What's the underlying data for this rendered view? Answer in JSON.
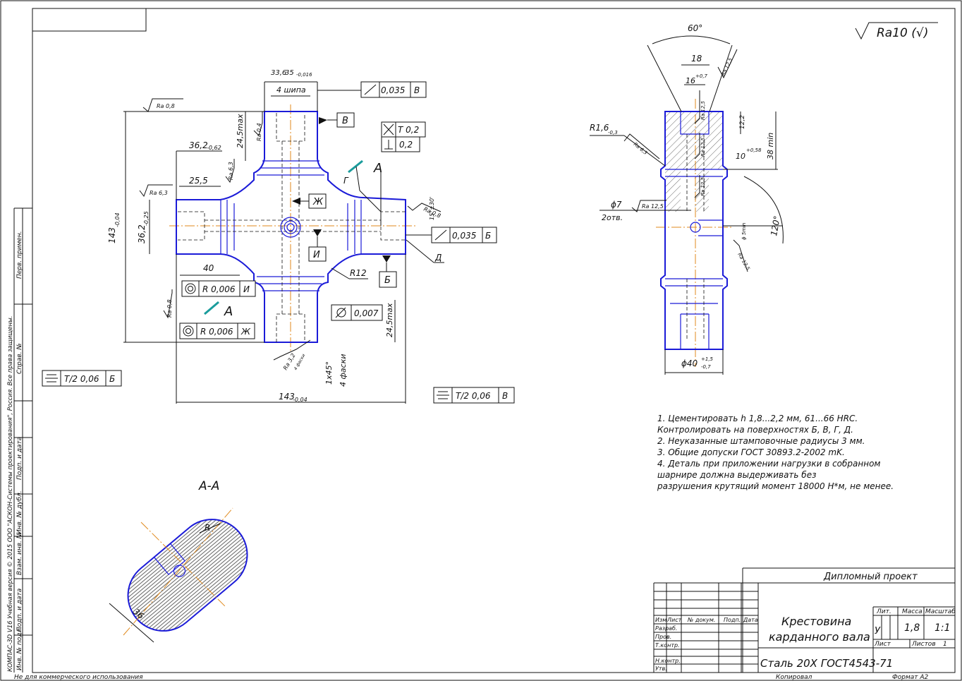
{
  "stamp": {
    "project_type": "Дипломный проект",
    "title_line1": "Крестовина",
    "title_line2": "карданного вала",
    "material": "Сталь 20Х ГОСТ4543-71",
    "lit_header": "Лит.",
    "mass_header": "Масса",
    "scale_header": "Масштаб",
    "lit_value": "У",
    "mass_value": "1,8",
    "scale_value": "1:1",
    "sheet_label": "Лист",
    "sheets_label": "Листов",
    "sheets_value": "1",
    "col_izm": "Изм",
    "col_list": "Лист",
    "col_doc": "№ докум.",
    "col_sign": "Подп.",
    "col_date": "Дата",
    "row_razrab": "Разраб.",
    "row_prov": "Пров.",
    "row_tkontr": "Т.контр.",
    "row_nkontr": "Н.контр.",
    "row_utv": "Утв.",
    "copied": "Копировал",
    "format": "Формат    А2",
    "noncommercial": "Не для коммерческого использования",
    "kompas": "КОМПАС-3D V16 Учебная версия  © 2015 ООО \"АСКОН-Системы проектирования\", Россия. Все права защищены.",
    "side_perv": "Перв. примен.",
    "side_sprav": "Справ. №",
    "side_podp1": "Подп. и дата",
    "side_inv_dubl": "Инв. № дубл.",
    "side_vzam": "Взам. инв. №",
    "side_podp2": "Подп. и дата",
    "side_inv_podl": "Инв. № подл."
  },
  "roughness": {
    "general": "Ra10 (√)",
    "ra08_top": "Ra 0,8",
    "ra63_left": "Ra 6,3",
    "ra04": "Ra 0,4",
    "ra63_b": "Ra 6,3",
    "ra08_right": "Ra 0,8",
    "ra08_left": "Ra 0,8",
    "ra32": "Ra 3,2",
    "chamfers4": "4 фаски",
    "ra125_a": "Ra 12,5",
    "ra125_b": "Ra 12,5",
    "ra125_c": "Ra 12,5",
    "ra125_d": "Ra 12,5",
    "ra125_e": "Ra 12,5",
    "ra63_side": "Ra 6,3",
    "ra125_f": "Ra 12,5"
  },
  "dimensions": {
    "d33": "33,6",
    "d33_tol": "35",
    "d33_dev": "-0,016",
    "splines": "4 шипа",
    "d245_top": "24,5max",
    "d362": "36,2",
    "d362_dev": "-0,62",
    "d255": "25,5",
    "d143_v": "143",
    "d143_v_dev": "-0,04",
    "d362_v": "36,2",
    "d362_v_dev": "-0,25",
    "d40": "40",
    "r12": "R12",
    "d245_bot": "24,5max",
    "d143_h": "143",
    "d143_h_dev": "-0,04",
    "chamfer": "1x45°",
    "chamfers4_v": "4 фаски",
    "angle15": "15°±30'",
    "d60": "60°",
    "d18": "18",
    "d16": "16",
    "d16_dev": "+0,7",
    "r16": "R1,6",
    "r16_dev": "-0,3",
    "d122": "12,2",
    "d10": "10",
    "d10_dev": "+0,58",
    "d38": "38 min",
    "phi7": "ϕ7",
    "holes2": "2отв.",
    "phi5": "ϕ 5min",
    "a120": "120°",
    "phi40": "ϕ40",
    "phi40_up": "+1,5",
    "phi40_dn": "-0,7",
    "d36": "36",
    "r_label": "R"
  },
  "tolerances": {
    "runout_b_top": {
      "val": "0,035",
      "base": "В"
    },
    "cross": {
      "val": "Т 0,2"
    },
    "perp": {
      "val": "0,2"
    },
    "runout_b_right": {
      "val": "0,035",
      "base": "Б"
    },
    "round_i": {
      "val": "R 0,006",
      "base": "И"
    },
    "round_zh": {
      "val": "R 0,006",
      "base": "Ж"
    },
    "cyl": {
      "val": "0,007"
    },
    "sym_b": {
      "val": "Т/2 0,06",
      "base": "Б"
    },
    "sym_v": {
      "val": "Т/2 0,06",
      "base": "В"
    }
  },
  "bases": {
    "B": "В",
    "Zh": "Ж",
    "I": "И",
    "Bb": "Б",
    "G": "Г",
    "D": "Д"
  },
  "section": {
    "marker": "А",
    "marker2": "А",
    "title": "А-А"
  },
  "notes": [
    "1. Цементировать h 1,8...2,2 мм, 61...66 HRC.",
    "Контролировать на поверхностях Б, В, Г, Д.",
    "2. Неуказанные штамповочные радиусы 3 мм.",
    "3. Общие допуски ГОСТ 30893.2-2002 mK.",
    "4. Деталь при приложении нагрузки в собранном",
    "шарнире должна выдерживать без",
    "разрушения крутящий момент 18000 Н*м, не менее."
  ],
  "colors": {
    "outline": "#1b1bd8",
    "axis": "#e08a1e",
    "marker": "#1a9c9c"
  }
}
